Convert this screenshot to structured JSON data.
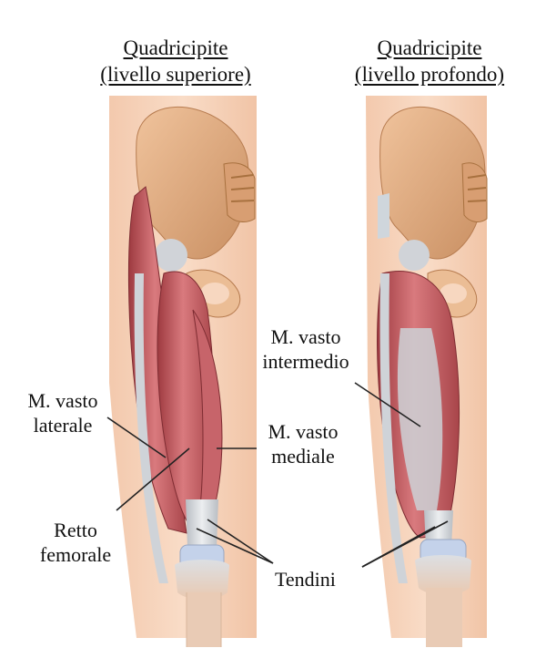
{
  "panels": {
    "superficial": {
      "title_line1": "Quadricipite",
      "title_line2": "(livello superiore)"
    },
    "deep": {
      "title_line1": "Quadricipite",
      "title_line2": "(livello profondo)"
    }
  },
  "labels": {
    "vasto_laterale": {
      "line1": "M. vasto",
      "line2": "laterale"
    },
    "retto_femorale": {
      "line1": "Retto",
      "line2": "femorale"
    },
    "vasto_mediale": {
      "line1": "M. vasto",
      "line2": "mediale"
    },
    "vasto_intermedio": {
      "line1": "M. vasto",
      "line2": "intermedio"
    },
    "tendini": "Tendini"
  },
  "colors": {
    "skin": "#f7d7c0",
    "bone": "#e3b48c",
    "bone_shadow": "#b9855c",
    "muscle": "#c0575c",
    "muscle_dark": "#8f3238",
    "tendon": "#d6d9dd",
    "line": "#222222"
  }
}
